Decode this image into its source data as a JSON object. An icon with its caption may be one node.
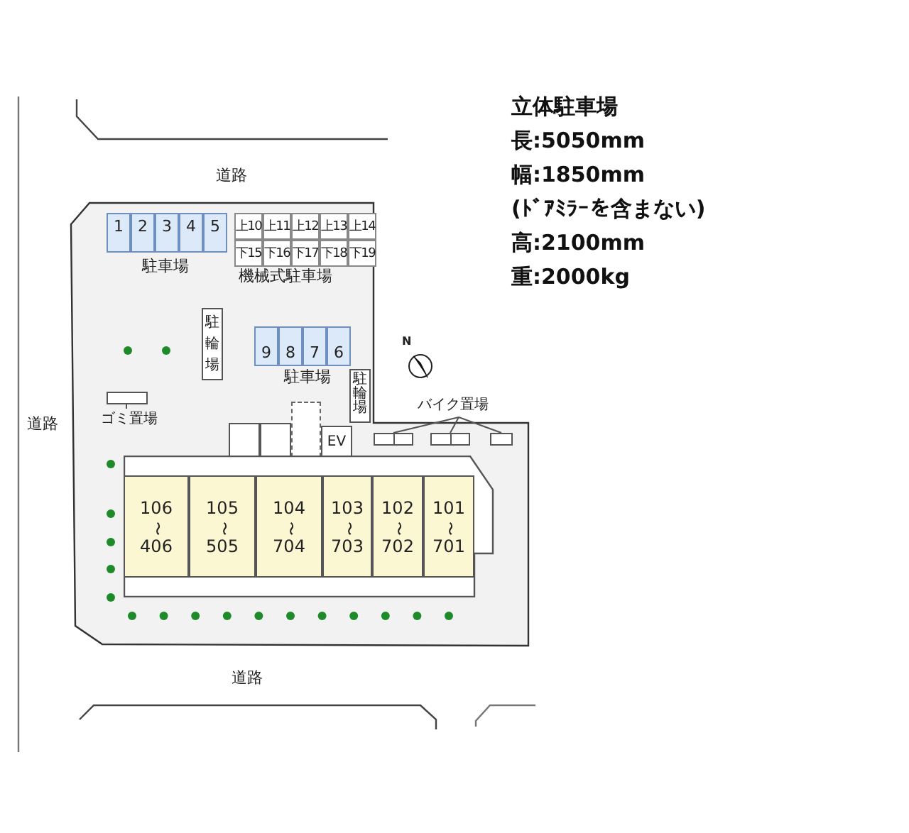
{
  "diagram": {
    "nodes": [
      {
        "text": [
          "1"
        ]
      },
      {
        "text": [
          "2"
        ]
      },
      {
        "text": [
          "3"
        ]
      },
      {
        "text": [
          "4"
        ]
      },
      {
        "text": [
          "5"
        ]
      },
      {
        "text": [
          "上10"
        ]
      },
      {
        "text": [
          "上11"
        ]
      },
      {
        "text": [
          "上12"
        ]
      },
      {
        "text": [
          "上13"
        ]
      },
      {
        "text": [
          "上14"
        ]
      },
      {
        "text": [
          "下15"
        ]
      },
      {
        "text": [
          "下16"
        ]
      },
      {
        "text": [
          "下17"
        ]
      },
      {
        "text": [
          "下18"
        ]
      },
      {
        "text": [
          "下19"
        ]
      },
      {
        "text": [
          "駐輪場"
        ]
      },
      {
        "text": [
          "9"
        ]
      },
      {
        "text": [
          "8"
        ]
      },
      {
        "text": [
          "7"
        ]
      },
      {
        "text": [
          "6"
        ]
      },
      {
        "text": [
          "駐輪場"
        ]
      },
      {
        "text": [
          "ゴミ置場"
        ]
      },
      {
        "text": [],
        "shape": "box"
      },
      {
        "text": [],
        "shape": "box"
      },
      {
        "text": [],
        "shape": "box"
      },
      {
        "text": [
          "EV"
        ]
      },
      {
        "text": [
          "バイク置場"
        ]
      },
      {
        "text": [],
        "shape": "box"
      },
      {
        "text": [],
        "shape": "box"
      },
      {
        "text": [],
        "shape": "box"
      },
      {
        "text": [],
        "shape": "box"
      },
      {
        "text": [
          "106 〜 406"
        ],
        "in": 30
      },
      {
        "text": [
          "105 〜 505"
        ],
        "in": 30
      },
      {
        "text": [
          "104 〜 704"
        ],
        "in": 30
      },
      {
        "text": [
          "103 〜 703"
        ],
        "in": 30
      },
      {
        "text": [
          "102 〜 702"
        ],
        "in": 30
      },
      {
        "text": [
          "101 〜 701"
        ],
        "in": 30
      }
    ],
    "edges": [
      {
        "from": 26,
        "to": 27,
        "arrow": "none"
      },
      {
        "from": 26,
        "to": 28,
        "arrow": "none"
      },
      {
        "from": 26,
        "to": 29,
        "arrow": "none"
      }
    ],
    "labels": [
      "立体駐車場",
      "長:5050mm",
      "幅:1850mm",
      "(ﾄﾞｱﾐﾗｰを含まない)",
      "高:2100mm",
      "重:2000kg",
      "道路",
      "駐車場",
      "機械式駐車場",
      "駐車場",
      "N",
      "道路",
      "道路"
    ]
  }
}
